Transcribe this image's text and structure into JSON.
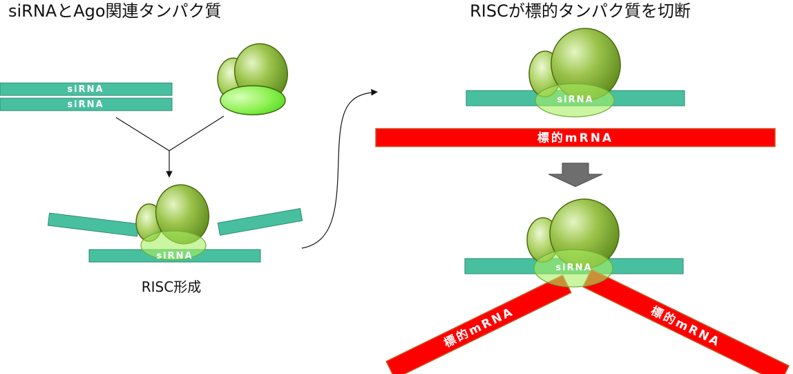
{
  "left_panel": {
    "title": "siRNAとAgo関連タンパク質",
    "strand_label_1": "siRNA",
    "strand_label_2": "siRNA",
    "risc_strand_label": "siRNA",
    "caption": "RISC形成"
  },
  "right_panel": {
    "title": "RISCが標的タンパク質を切断",
    "top_strand_label": "siRNA",
    "target_label": "標的mRNA",
    "bottom_strand_label": "siRNA",
    "cleaved_left_label": "標的mRNA",
    "cleaved_right_label": "標的mRNA"
  },
  "colors": {
    "rna_strand": "#48c0a0",
    "target_mrna": "#ff0000",
    "protein_dark": "#6f9a2a",
    "protein_light": "#c8e890",
    "binding_domain": "#80ee40",
    "process_arrow": "#6e6e6e"
  }
}
